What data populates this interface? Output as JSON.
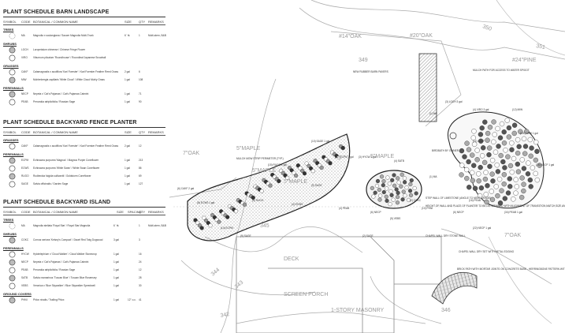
{
  "schedules": [
    {
      "title": "PLANT SCHEDULE BARN LANDSCAPE",
      "headers": {
        "symbol": "SYMBOL",
        "code": "CODE",
        "botanical": "BOTANICAL / COMMON NAME",
        "size": "SIZE",
        "qty": "QTY",
        "remarks": "REMARKS"
      },
      "groups": [
        {
          "name": "TREES",
          "rows": [
            {
              "code": "MA",
              "botanical": "Magnolia x soulangiana / Saucer Magnolia Multi-Trunk",
              "size": "6` ht.",
              "qty": "1",
              "remarks": "Multi-stem, B&B"
            }
          ]
        },
        {
          "name": "SHRUBS",
          "rows": [
            {
              "code": "LOCH",
              "botanical": "Loropetalum chinense / Chinese Fringe Flower",
              "size": "",
              "qty": "",
              "remarks": ""
            },
            {
              "code": "VIRO",
              "botanical": "Viburnum plicatum 'Roundhouse' / Roundleaf Japanese Snowball",
              "size": "",
              "qty": "",
              "remarks": ""
            }
          ]
        },
        {
          "name": "GRASSES",
          "rows": [
            {
              "code": "CAKF",
              "botanical": "Calamagrostis x acutiflora 'Karl Foerster' / Karl Foerster Feather Reed Grass",
              "size": "2 gal",
              "qty": "6",
              "remarks": ""
            },
            {
              "code": "MIW",
              "botanical": "Muhlenbergia capillaris 'White Cloud' / White Cloud Muhly Grass",
              "size": "1 gal",
              "qty": "108",
              "remarks": ""
            }
          ]
        },
        {
          "name": "PERENNIALS",
          "rows": [
            {
              "code": "NECP",
              "botanical": "Nepeta x 'Cat's Pajamas' / Cat's Pajamas Catmint",
              "size": "1 gal",
              "qty": "71",
              "remarks": ""
            },
            {
              "code": "PEAB",
              "botanical": "Perovskia atriplicifolia / Russian Sage",
              "size": "1 gal",
              "qty": "90",
              "remarks": ""
            }
          ]
        }
      ]
    },
    {
      "title": "PLANT SCHEDULE BACKYARD FENCE PLANTER",
      "headers": {
        "symbol": "SYMBOL",
        "code": "CODE",
        "botanical": "BOTANICAL / COMMON NAME",
        "size": "SIZE",
        "qty": "QTY",
        "remarks": "REMARKS"
      },
      "groups": [
        {
          "name": "GRASSES",
          "rows": [
            {
              "code": "CAKF",
              "botanical": "Calamagrostis x acutiflora 'Karl Foerster' / Karl Foerster Feather Reed Grass",
              "size": "2 gal",
              "qty": "12",
              "remarks": ""
            }
          ]
        },
        {
          "name": "PERENNIALS",
          "rows": [
            {
              "code": "ECPM",
              "botanical": "Echinacea purpurea 'Magnus' / Magnus Purple Coneflower",
              "size": "1 gal",
              "qty": "213",
              "remarks": ""
            },
            {
              "code": "ECWS",
              "botanical": "Echinacea purpurea 'White Swan' / White Swan Coneflower",
              "size": "1 gal",
              "qty": "86",
              "remarks": ""
            },
            {
              "code": "RUGO",
              "botanical": "Rudbeckia fulgida sullivantii / Goldsturm Coneflower",
              "size": "1 gal",
              "qty": "69",
              "remarks": ""
            },
            {
              "code": "SAGE",
              "botanical": "Salvia officinalis / Garden Sage",
              "size": "1 gal",
              "qty": "127",
              "remarks": ""
            }
          ]
        }
      ]
    },
    {
      "title": "PLANT SCHEDULE BACKYARD ISLAND",
      "headers": {
        "symbol": "SYMBOL",
        "code": "CODE",
        "botanical": "BOTANICAL / COMMON NAME",
        "size": "SIZE",
        "qty": "QTY",
        "remarks": "REMARKS",
        "spacing": "SPACING"
      },
      "groups": [
        {
          "name": "TREES",
          "rows": [
            {
              "code": "MA",
              "botanical": "Magnolia stellata 'Royal Star' / Royal Star Magnolia",
              "size": "6` ht.",
              "spacing": "",
              "qty": "1",
              "remarks": "Multi-stem, B&B"
            }
          ]
        },
        {
          "name": "SHRUBS",
          "rows": [
            {
              "code": "COKC",
              "botanical": "Cornus sericea 'Kelsey's Compact' / Dwarf Red Twig Dogwood",
              "size": "3 gal",
              "spacing": "",
              "qty": "3",
              "remarks": ""
            }
          ]
        },
        {
          "name": "PERENNIALS",
          "rows": [
            {
              "code": "HYCW",
              "botanical": "Hylotelephium x 'Cloud Walker' / Cloud Walker Stonecrop",
              "size": "1 gal",
              "spacing": "",
              "qty": "16",
              "remarks": ""
            },
            {
              "code": "NECP",
              "botanical": "Nepeta x 'Cat's Pajamas' / Cat's Pajamas Catmint",
              "size": "1 gal",
              "spacing": "",
              "qty": "24",
              "remarks": ""
            },
            {
              "code": "PEAB",
              "botanical": "Perovskia atriplicifolia / Russian Sage",
              "size": "1 gal",
              "spacing": "",
              "qty": "12",
              "remarks": ""
            },
            {
              "code": "SATB",
              "botanical": "Salvia rosmarinus 'Tuscan Blue' / Tuscan Blue Rosemary",
              "size": "1 gal",
              "spacing": "",
              "qty": "28",
              "remarks": ""
            },
            {
              "code": "VEBS",
              "botanical": "Veronica x 'Blue Skywalker' / Blue Skywalker Speedwell",
              "size": "1 gal",
              "spacing": "",
              "qty": "30",
              "remarks": ""
            }
          ]
        },
        {
          "name": "GROUND COVERS",
          "rows": [
            {
              "code": "PHNI",
              "botanical": "Phlox nivalis / Trailing Phlox",
              "size": "1 gal",
              "spacing": "12\" o.c.",
              "qty": "41",
              "remarks": ""
            }
          ]
        }
      ]
    }
  ],
  "plan": {
    "labels": {
      "new_rubber_pavers": "NEW RUBBER BARN PAVERS",
      "mulch_path": "MULCH PATH FOR ACCESS TO WATER SPIGOT",
      "mulch_mow_strip": "MULCH MOW STRIP PERIMETER (TYP.)",
      "birdbath": "BIRDBATH BY OWNER",
      "chapel_wall": "CHAPEL WALL DRY STONE WALL",
      "chapel_wall_2": "CHAPEL WALL DRY SET WITH METAL EDGING",
      "brick_path": "BRICK PATH WITH MORTAR JOINTS ON CONCRETE BASE - HERRINGBONE PATTERN WITH SOLDIER COURSE BORDER. MATCH WIDTH OF STAIRS. BRICK TO MATCH HOUSE BRICK COLOR",
      "height_of_wall": "HEIGHT OF WALL AND PLACE OF PLANTER TO BE DETERMINED WITH ALIGNMENT OF TRANSITION MATCH SIZE AND HIGHEST POINTS",
      "step_wall": "STEP WALL OF LIMESTONE (ANGLE TO MEET GRADE)",
      "deck": "DECK",
      "screen_porch": "SCREEN PORCH",
      "masonry": "1-STORY MASONRY"
    },
    "trees": [
      "#14\"OAK",
      "#20\"OAK",
      "5\"MAPLE",
      "#24\"PINE",
      "7\"OAK",
      "5\"MAPLE",
      "5\"MAPLE",
      "5\"MAPLE",
      "7\"OAK"
    ],
    "contours": [
      "349",
      "350",
      "343",
      "344",
      "342",
      "345",
      "346",
      "351"
    ],
    "callouts": [
      "(3) LOCH 3 gal",
      "(4) VIRO 3 gal",
      "(1) MA",
      "(10) SAGE 1 gal",
      "(12) ECPM 1 gal",
      "(15) RUGO 1 gal",
      "(8) ECWS 1 gal",
      "(6) CAKF 2 gal",
      "(14) ECPM",
      "(9) SAGE",
      "(3) HYCW 1 gal",
      "(4) SATB",
      "(2) COKC",
      "(6) NECP",
      "(1) MA",
      "(4) PEAB",
      "(5) VEBS",
      "(10) PHNI",
      "(11) CAKF",
      "(100) MIW 1 gal",
      "(28) NECP 1 gal",
      "(34) PEAB 1 gal",
      "(22) NECP 1 gal",
      "(16) PEAB",
      "(6) NECP",
      "(12) MIW",
      "(2) SAGE",
      "(4) ECWS",
      "(6) RUGO",
      "(9) SAGE"
    ]
  }
}
